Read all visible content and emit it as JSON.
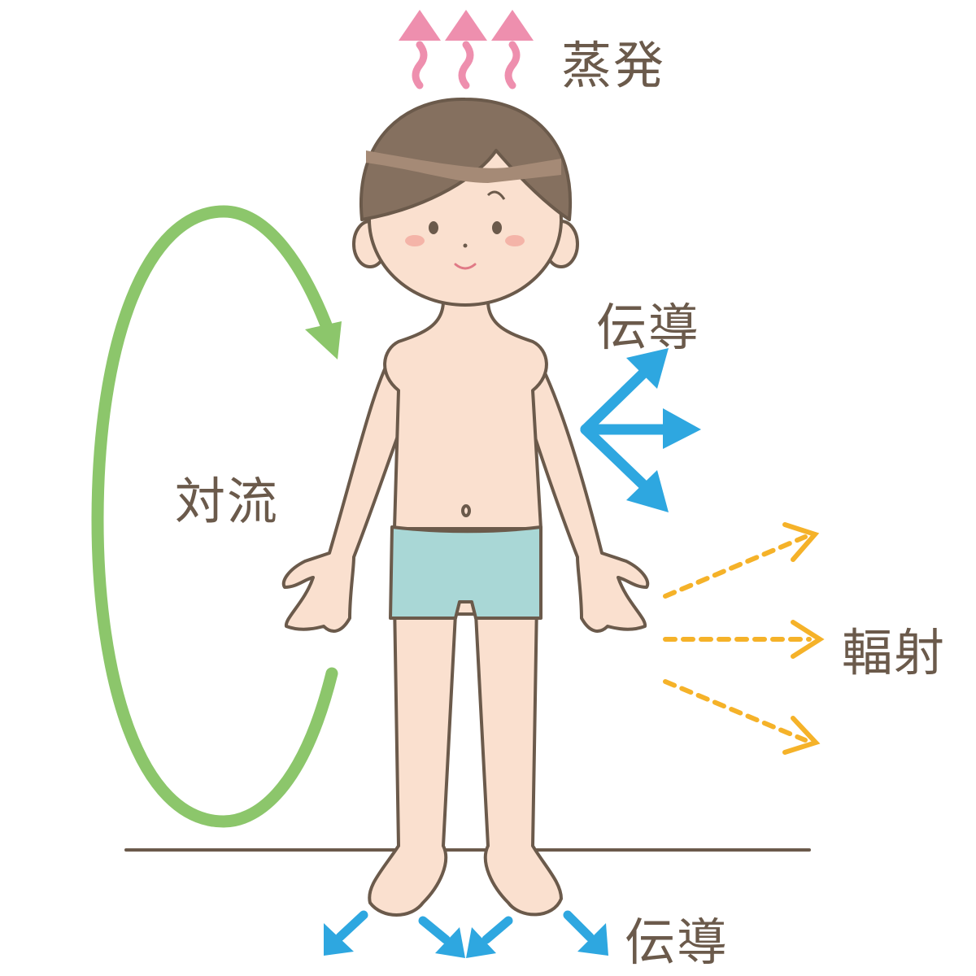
{
  "labels": {
    "evaporation": "蒸発",
    "conduction_upper": "伝導",
    "convection": "対流",
    "radiation": "輻射",
    "conduction_lower": "伝導"
  },
  "colors": {
    "evaporation": "#ee8fae",
    "conduction": "#2ea7e0",
    "convection": "#8cc66b",
    "radiation": "#f5b229",
    "outline": "#6b5a4b",
    "skin": "#fae0cf",
    "hair": "#85705f",
    "shorts": "#a9d7d6"
  }
}
